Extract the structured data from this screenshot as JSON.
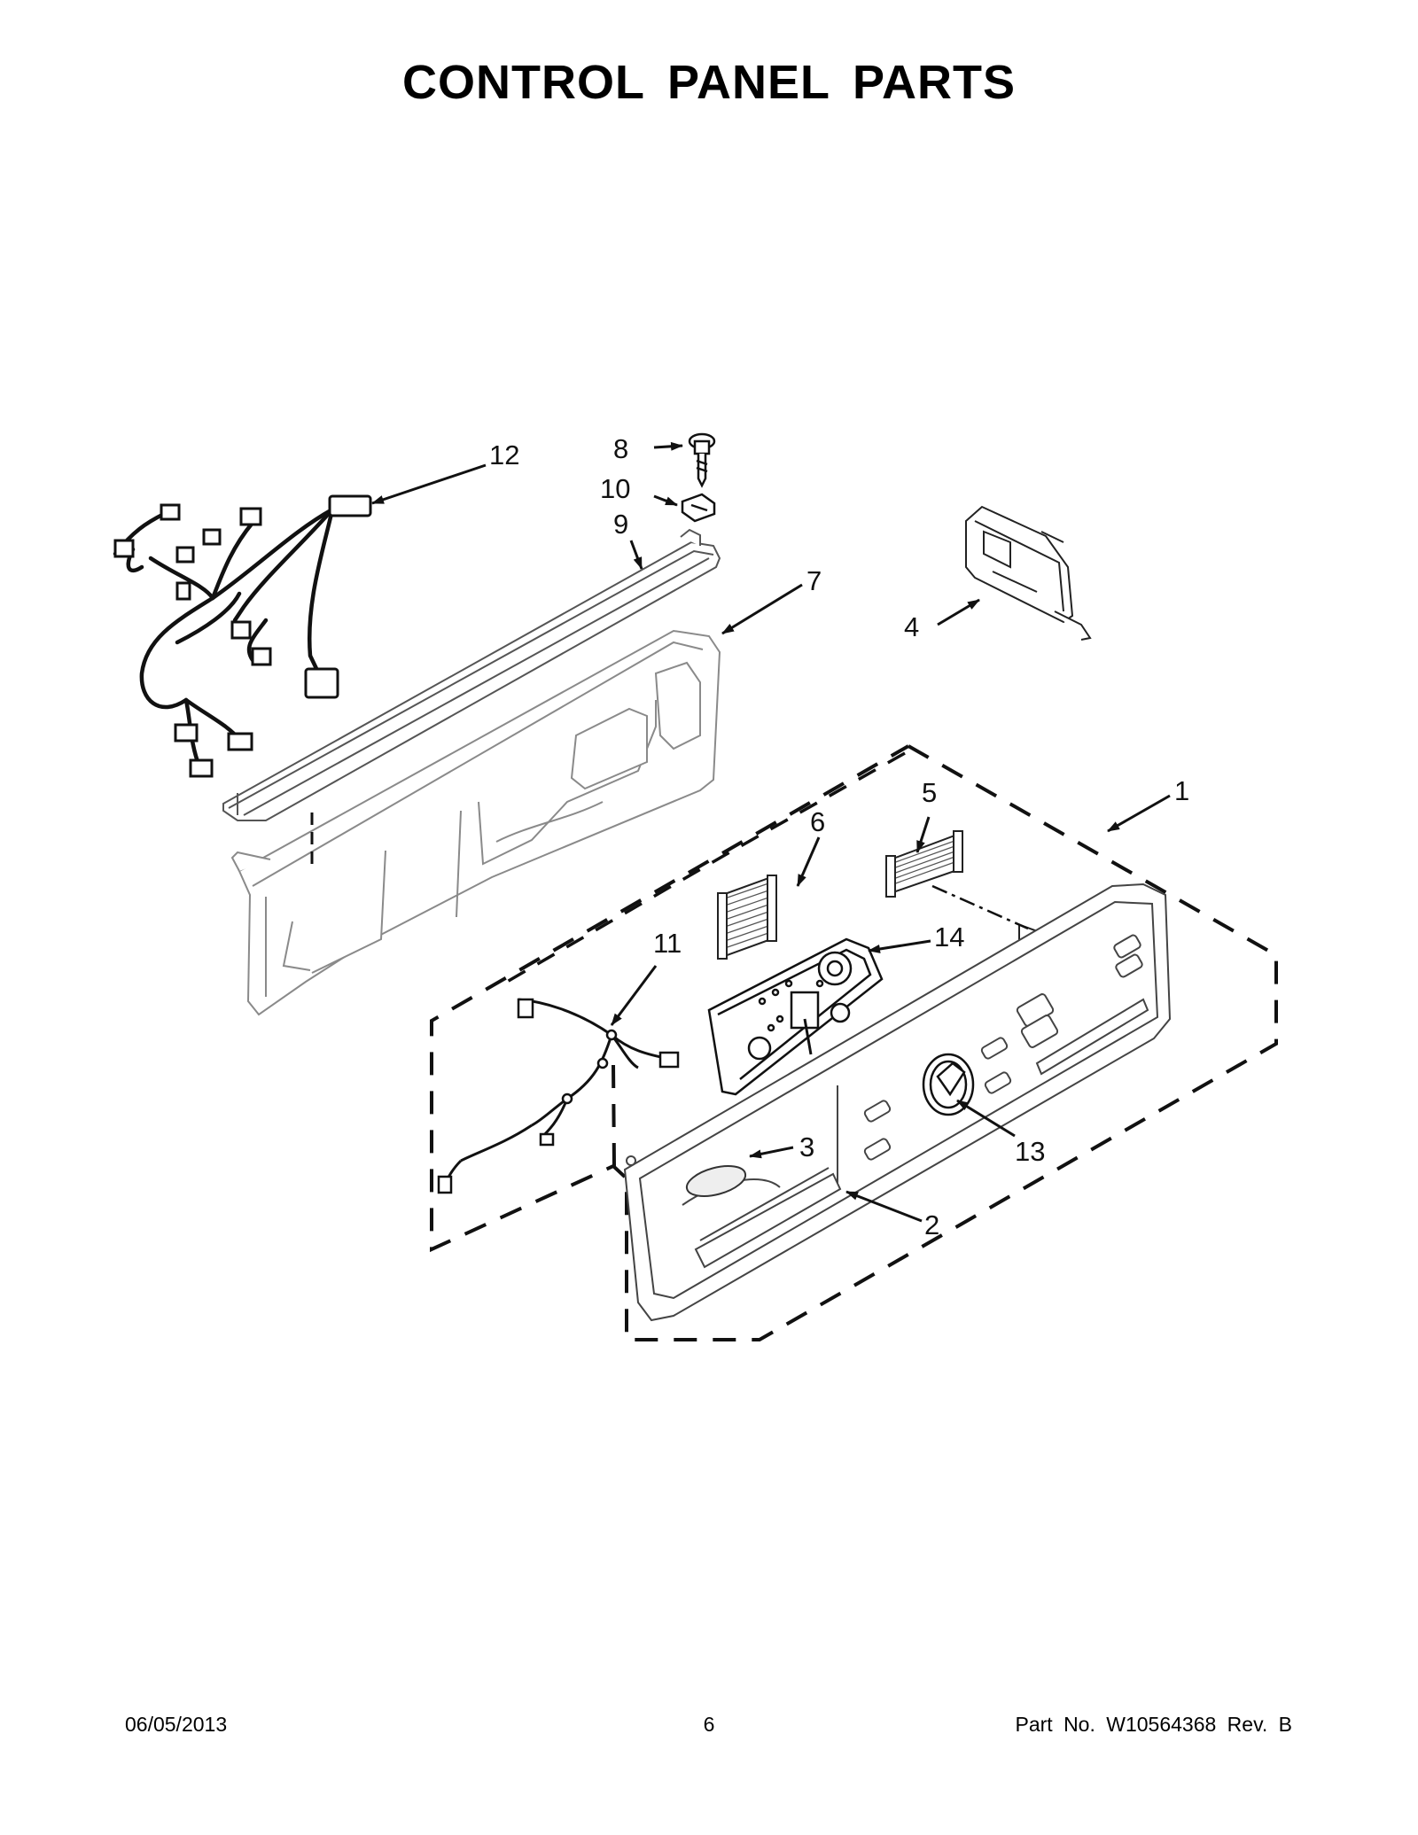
{
  "page": {
    "title": "CONTROL PANEL PARTS"
  },
  "callouts": [
    {
      "id": "1",
      "label": "1"
    },
    {
      "id": "2",
      "label": "2"
    },
    {
      "id": "3",
      "label": "3"
    },
    {
      "id": "4",
      "label": "4"
    },
    {
      "id": "5",
      "label": "5"
    },
    {
      "id": "6",
      "label": "6"
    },
    {
      "id": "7",
      "label": "7"
    },
    {
      "id": "8",
      "label": "8"
    },
    {
      "id": "9",
      "label": "9"
    },
    {
      "id": "10",
      "label": "10"
    },
    {
      "id": "11",
      "label": "11"
    },
    {
      "id": "12",
      "label": "12"
    },
    {
      "id": "13",
      "label": "13"
    },
    {
      "id": "14",
      "label": "14"
    }
  ],
  "footer": {
    "date": "06/05/2013",
    "page_number": "6",
    "part_number": "Part No.  W10564368  Rev.  B"
  },
  "colors": {
    "line": "#111111",
    "part_fill": "#ffffff",
    "light_stroke": "#8a8a8a"
  }
}
